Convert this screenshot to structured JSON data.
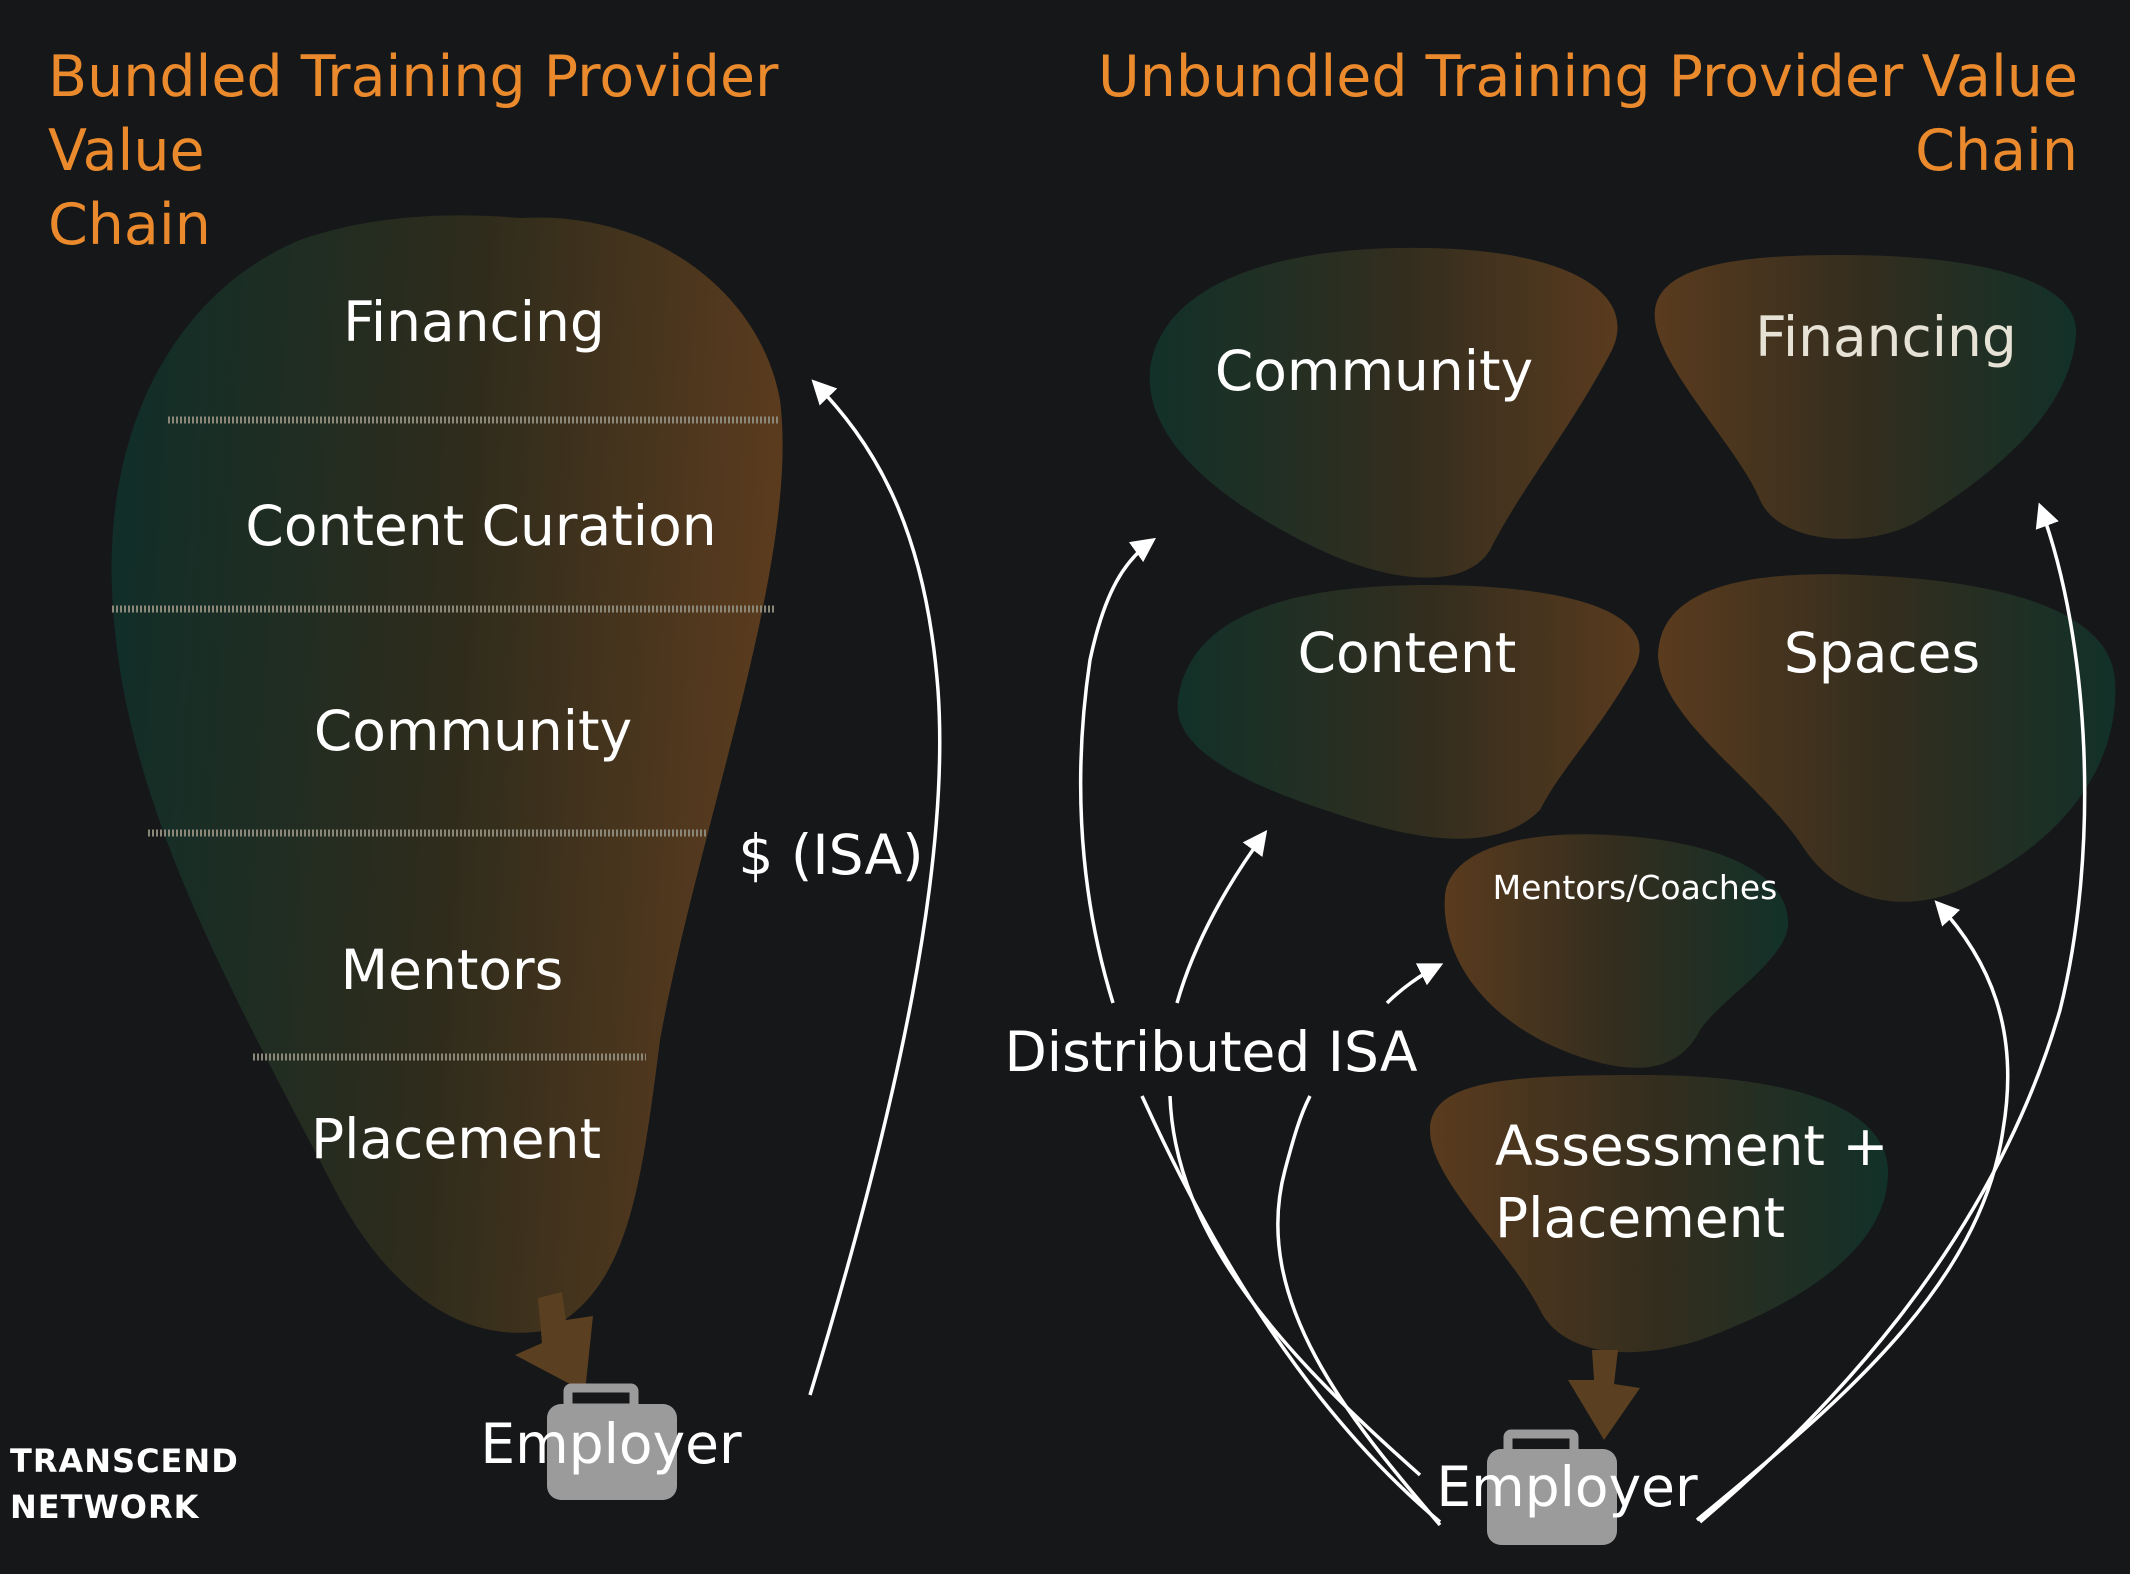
{
  "titles": {
    "bundled": "Bundled Training Provider Value\nChain",
    "unbundled": "Unbundled Training Provider Value\nChain"
  },
  "bundled": {
    "layers": [
      "Financing",
      "Content Curation",
      "Community",
      "Mentors",
      "Placement"
    ],
    "payment_label": "$ (ISA)",
    "employer_label": "Employer"
  },
  "unbundled": {
    "blocks": {
      "community": "Community",
      "financing": "Financing",
      "content": "Content",
      "spaces": "Spaces",
      "mentors": "Mentors/Coaches",
      "assessment": "Assessment +\nPlacement"
    },
    "isa_label": "Distributed ISA",
    "employer_label": "Employer"
  },
  "logo": {
    "line1": "TRANSCEND",
    "line2": "NETWORK"
  },
  "colors": {
    "background": "#161719",
    "title": "#ea8a2d",
    "blob_green": "#123129",
    "blob_brown": "#5a3b1e",
    "arrow": "#ffffff",
    "briefcase": "#9b9b9b"
  },
  "icons": [
    "briefcase-icon",
    "arrow-icon"
  ]
}
